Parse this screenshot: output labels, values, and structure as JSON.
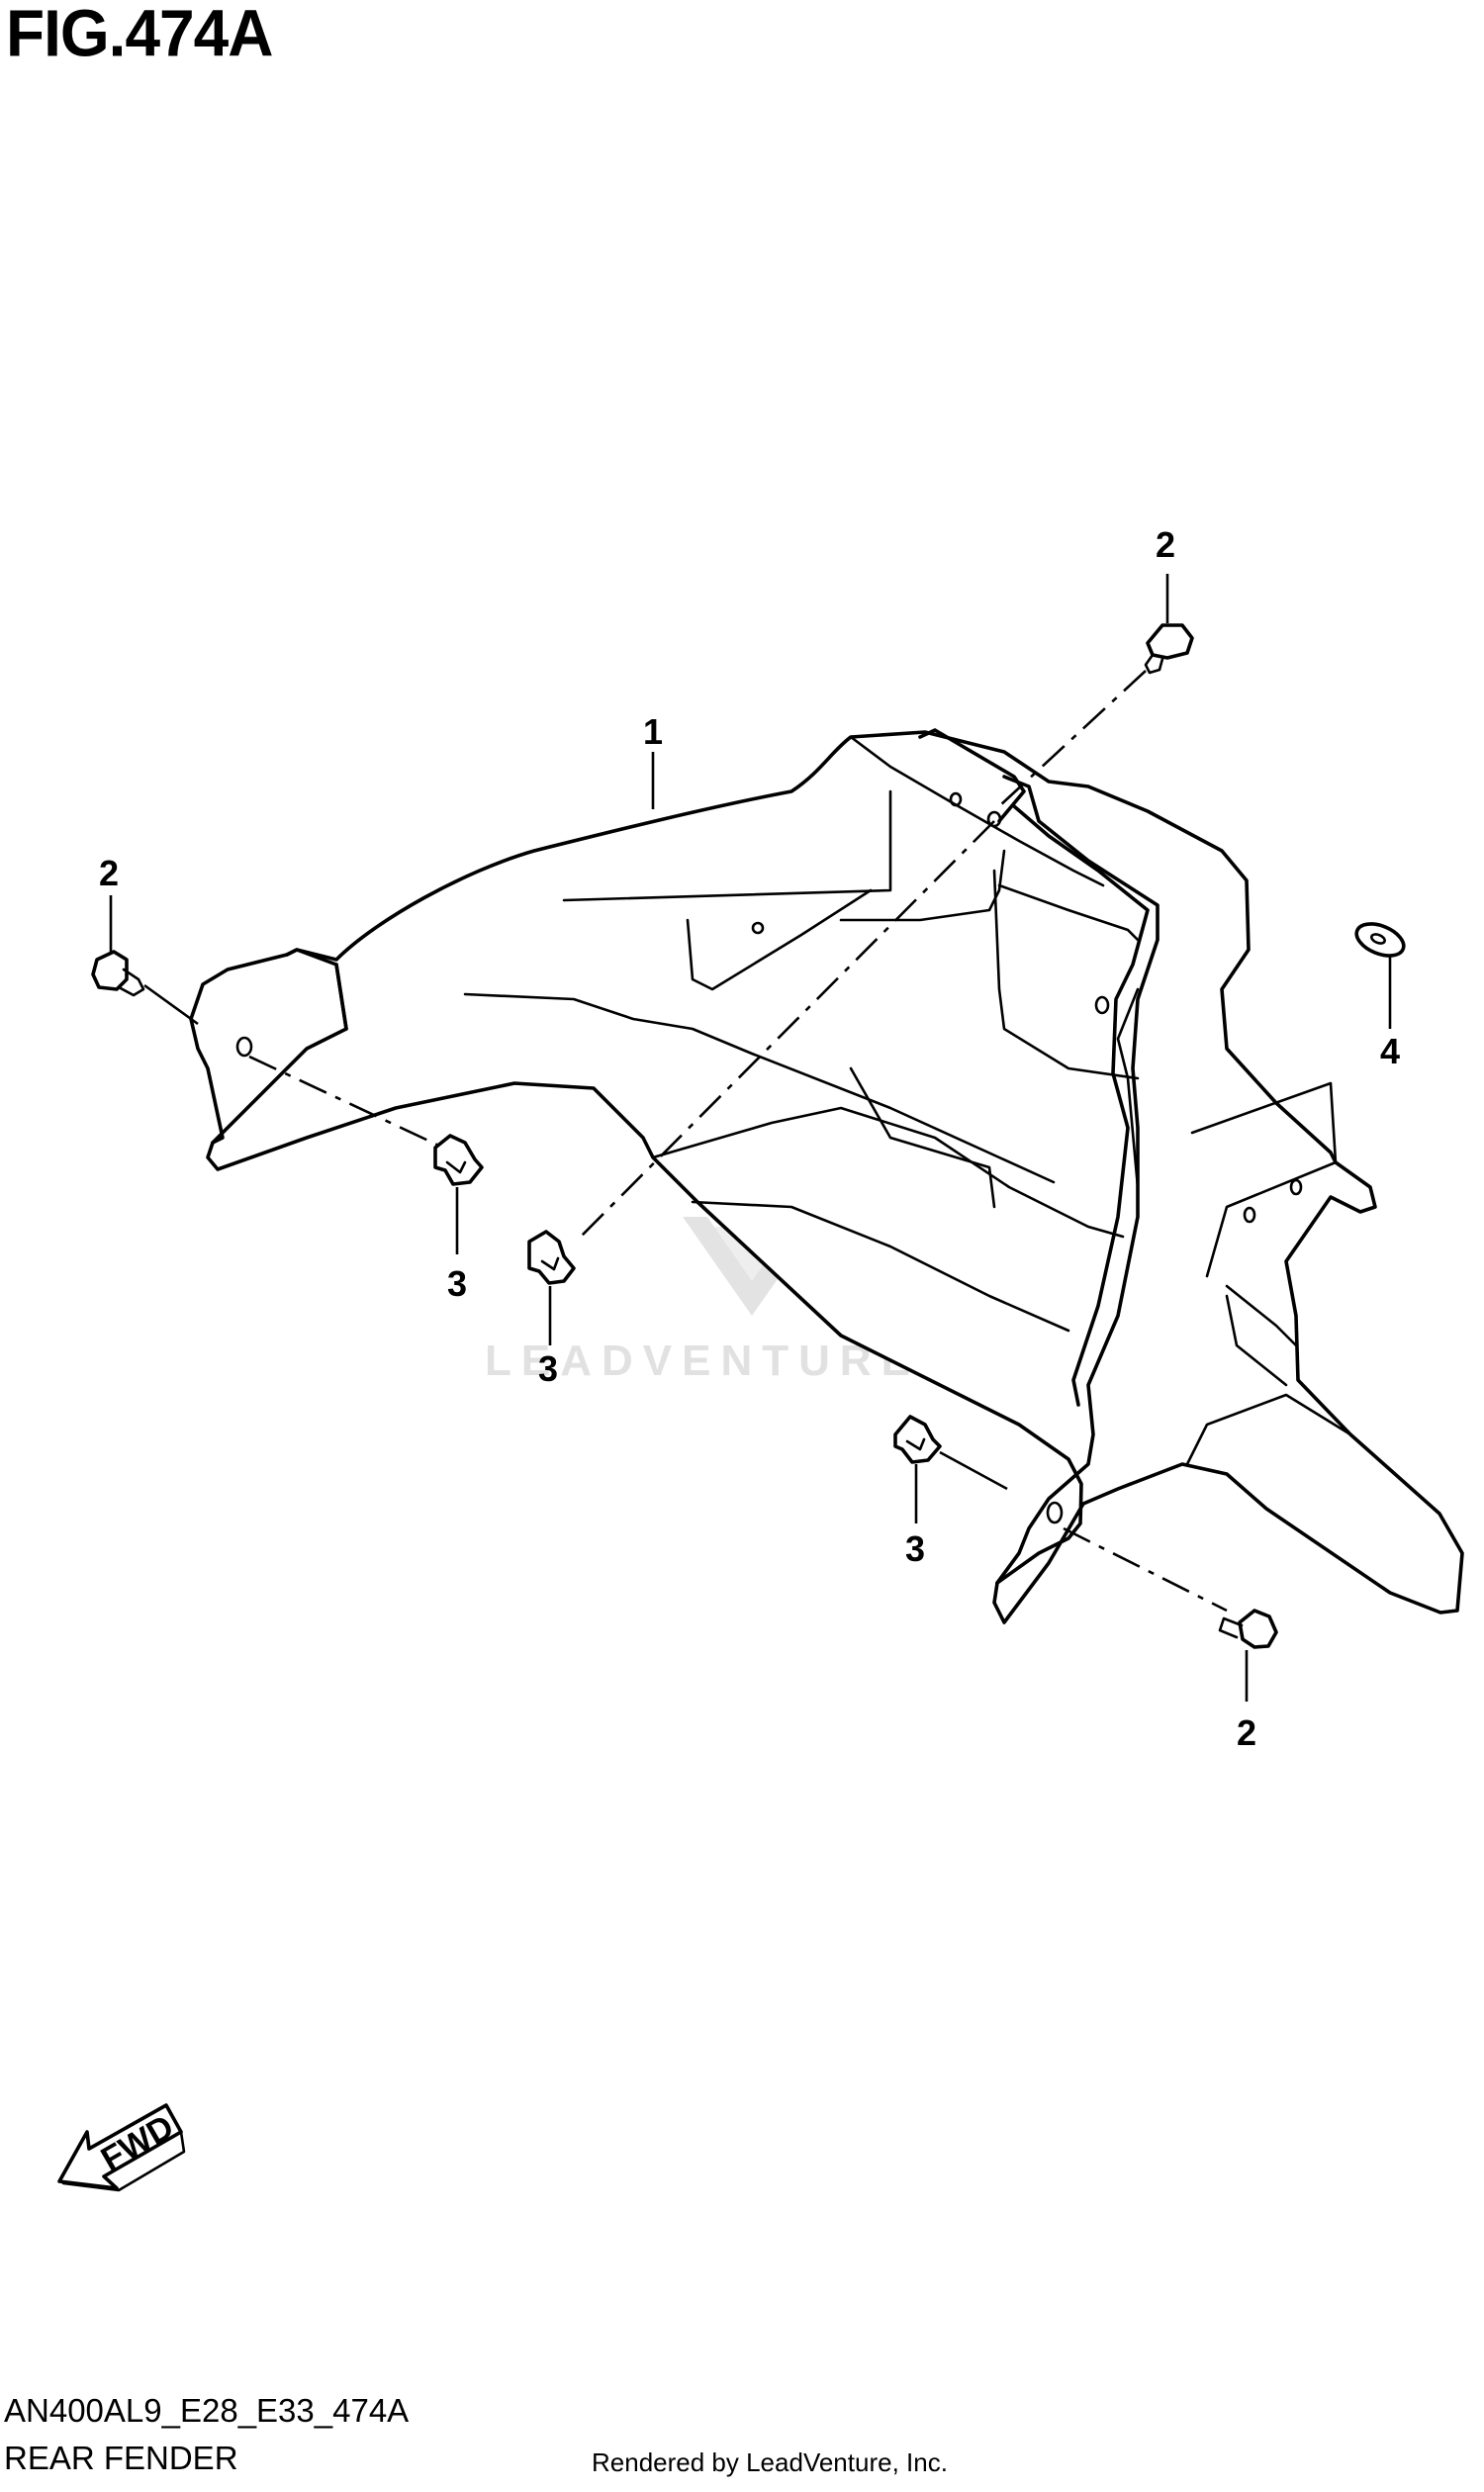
{
  "figure": {
    "title": "FIG.474A"
  },
  "callouts": [
    {
      "id": "c1",
      "label": "1"
    },
    {
      "id": "c2a",
      "label": "2"
    },
    {
      "id": "c2b",
      "label": "2"
    },
    {
      "id": "c2c",
      "label": "2"
    },
    {
      "id": "c3a",
      "label": "3"
    },
    {
      "id": "c3b",
      "label": "3"
    },
    {
      "id": "c3c",
      "label": "3"
    },
    {
      "id": "c4",
      "label": "4"
    }
  ],
  "fwd": {
    "label": "FWD"
  },
  "watermark": {
    "text": "LEADVENTURE"
  },
  "footer": {
    "diagram_code": "AN400AL9_E28_E33_474A",
    "diagram_name": "REAR FENDER",
    "render_credit": "Rendered by LeadVenture, Inc."
  }
}
